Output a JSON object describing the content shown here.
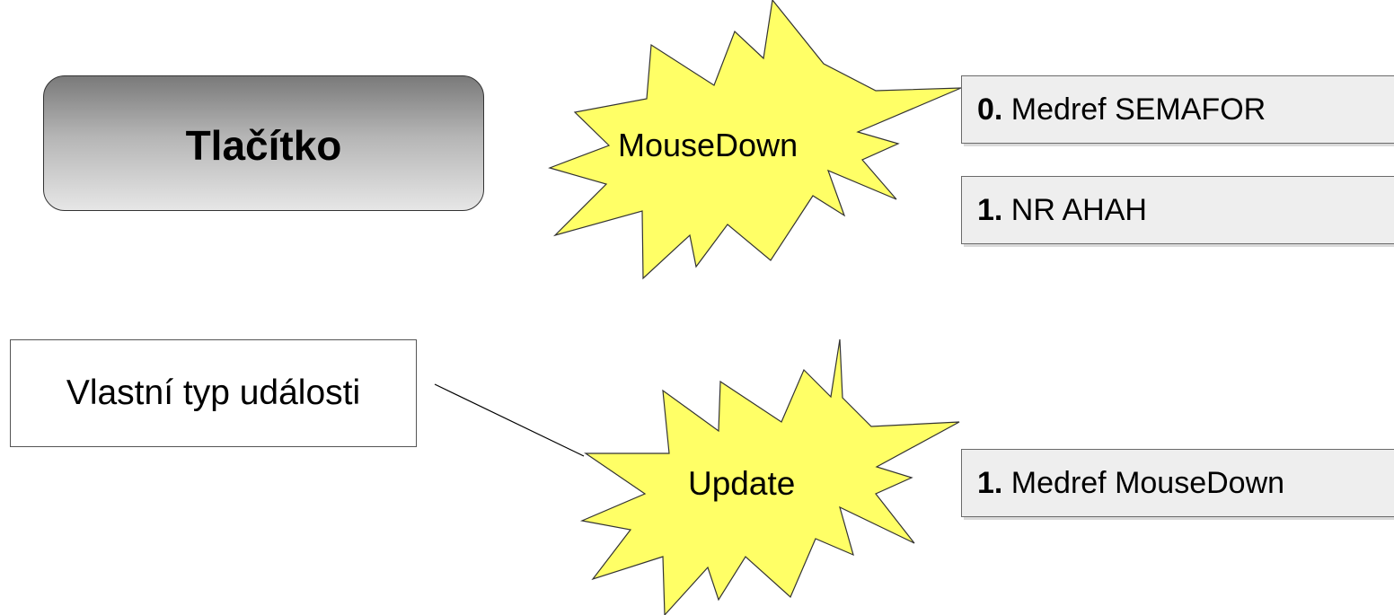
{
  "button_label": "Tlačítko",
  "custom_event_label": "Vlastní typ události",
  "events": {
    "mousedown": {
      "label": "MouseDown"
    },
    "update": {
      "label": "Update"
    }
  },
  "handlers": [
    {
      "index": "0.",
      "text": " Medref SEMAFOR"
    },
    {
      "index": "1.",
      "text": " NR AHAH"
    },
    {
      "index": "1.",
      "text": " Medref MouseDown"
    }
  ],
  "colors": {
    "burst_fill": "#ffff66",
    "burst_stroke": "#333333",
    "item_fill": "#eeeeee"
  }
}
